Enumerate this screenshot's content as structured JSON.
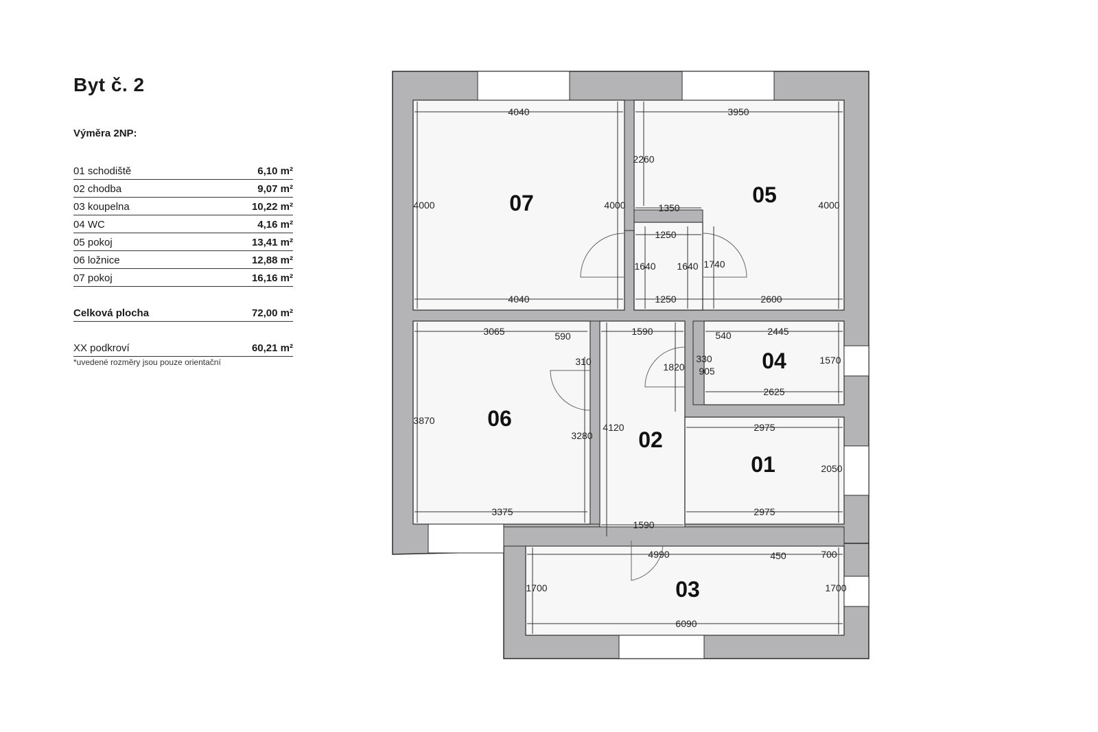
{
  "title": "Byt č. 2",
  "subtitle": "Výměra 2NP:",
  "rooms": [
    {
      "name": "01 schodiště",
      "area": "6,10 m²"
    },
    {
      "name": "02 chodba",
      "area": "9,07 m²"
    },
    {
      "name": "03 koupelna",
      "area": "10,22 m²"
    },
    {
      "name": "04 WC",
      "area": "4,16 m²"
    },
    {
      "name": "05 pokoj",
      "area": "13,41 m²"
    },
    {
      "name": "06 ložnice",
      "area": "12,88 m²"
    },
    {
      "name": "07 pokoj",
      "area": "16,16 m²"
    }
  ],
  "total": {
    "label": "Celková plocha",
    "area": "72,00 m²"
  },
  "attic": {
    "label": "XX podkroví",
    "area": "60,21 m²"
  },
  "note": "*uvedené rozměry jsou pouze orientační",
  "plan": {
    "room_labels": [
      "07",
      "05",
      "06",
      "02",
      "04",
      "01",
      "03"
    ],
    "dims": [
      "4040",
      "3950",
      "2260",
      "4000",
      "4000",
      "1350",
      "4000",
      "1250",
      "1640",
      "1640",
      "1740",
      "4040",
      "1250",
      "2600",
      "3065",
      "590",
      "1590",
      "540",
      "2445",
      "310",
      "330",
      "1820",
      "905",
      "1570",
      "2625",
      "3870",
      "2975",
      "4120",
      "3280",
      "2050",
      "3375",
      "2975",
      "1590",
      "4990",
      "450",
      "700",
      "1700",
      "1700",
      "6090"
    ]
  },
  "colors": {
    "wall": "#b4b4b6",
    "room": "#f7f7f8",
    "line": "#2b2b2b"
  }
}
